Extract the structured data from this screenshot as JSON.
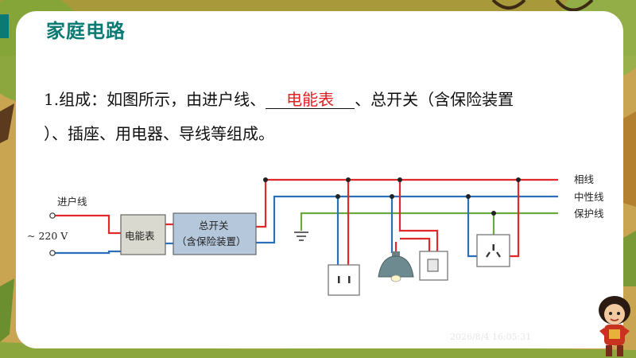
{
  "title": "家庭电路",
  "paragraph": {
    "num": "1.",
    "before_blank": "组成：如图所示，由进户线、",
    "blank_answer": "电能表",
    "after_blank": "、总开关（含保险装置",
    "line2": "）、插座、用电器、导线等组成。"
  },
  "diagram": {
    "input_label": "进户线",
    "voltage_label": "~ 220 V",
    "meter_label": "电能表",
    "switch_label_1": "总开关",
    "switch_label_2": "（含保险装置）",
    "live_wire": "相线",
    "neutral_wire": "中性线",
    "ground_wire": "保护线"
  },
  "timestamp": "2026/8/4 16:05:31",
  "colors": {
    "accent": "#0a7a73",
    "answer": "#e02020",
    "live": "#e3282c",
    "neutral": "#2a6fb8",
    "ground": "#6aaa3e"
  }
}
